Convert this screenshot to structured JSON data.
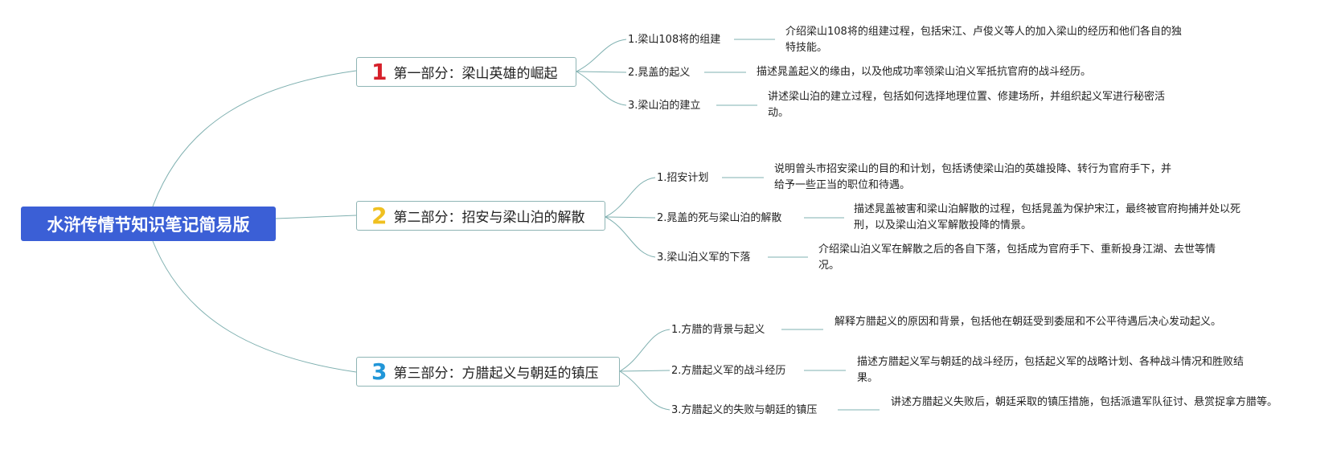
{
  "root": {
    "title": "水浒传情节知识笔记简易版",
    "color": "#3b5fd6"
  },
  "sections": [
    {
      "number": "1",
      "number_color": "#d6202a",
      "title": "第一部分：梁山英雄的崛起",
      "items": [
        {
          "label": "1.梁山108将的组建",
          "desc": "介绍梁山108将的组建过程，包括宋江、卢俊义等人的加入梁山的经历和他们各自的独特技能。"
        },
        {
          "label": "2.晁盖的起义",
          "desc": "描述晁盖起义的缘由，以及他成功率领梁山泊义军抵抗官府的战斗经历。"
        },
        {
          "label": "3.梁山泊的建立",
          "desc": "讲述梁山泊的建立过程，包括如何选择地理位置、修建场所，并组织起义军进行秘密活动。"
        }
      ]
    },
    {
      "number": "2",
      "number_color": "#f0c020",
      "title": "第二部分：招安与梁山泊的解散",
      "items": [
        {
          "label": "1.招安计划",
          "desc": "说明曾头市招安梁山的目的和计划，包括诱使梁山泊的英雄投降、转行为官府手下，并给予一些正当的职位和待遇。"
        },
        {
          "label": "2.晁盖的死与梁山泊的解散",
          "desc": "描述晁盖被害和梁山泊解散的过程，包括晁盖为保护宋江，最终被官府拘捕并处以死刑，以及梁山泊义军解散投降的情景。"
        },
        {
          "label": "3.梁山泊义军的下落",
          "desc": "介绍梁山泊义军在解散之后的各自下落，包括成为官府手下、重新投身江湖、去世等情况。"
        }
      ]
    },
    {
      "number": "3",
      "number_color": "#2196d8",
      "title": "第三部分：方腊起义与朝廷的镇压",
      "items": [
        {
          "label": "1.方腊的背景与起义",
          "desc": "解释方腊起义的原因和背景，包括他在朝廷受到委屈和不公平待遇后决心发动起义。"
        },
        {
          "label": "2.方腊起义军的战斗经历",
          "desc": "描述方腊起义军与朝廷的战斗经历，包括起义军的战略计划、各种战斗情况和胜败结果。"
        },
        {
          "label": "3.方腊起义的失败与朝廷的镇压",
          "desc": "讲述方腊起义失败后，朝廷采取的镇压措施，包括派遣军队征讨、悬赏捉拿方腊等。"
        }
      ]
    }
  ]
}
